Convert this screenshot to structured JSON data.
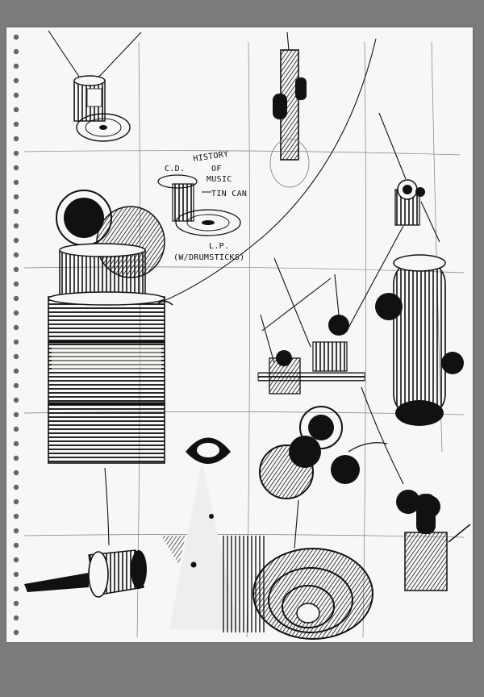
{
  "annotations": {
    "cd": "C.D.",
    "history": "HISTORY",
    "of": "OF",
    "music": "MUSIC",
    "tincan": "TIN CAN",
    "lp": "L.P.",
    "drumsticks": "(W/DRUMSTICKS)"
  },
  "colors": {
    "background": "#7b7b7b",
    "paper": "#f7f7f5",
    "ink": "#111111"
  }
}
